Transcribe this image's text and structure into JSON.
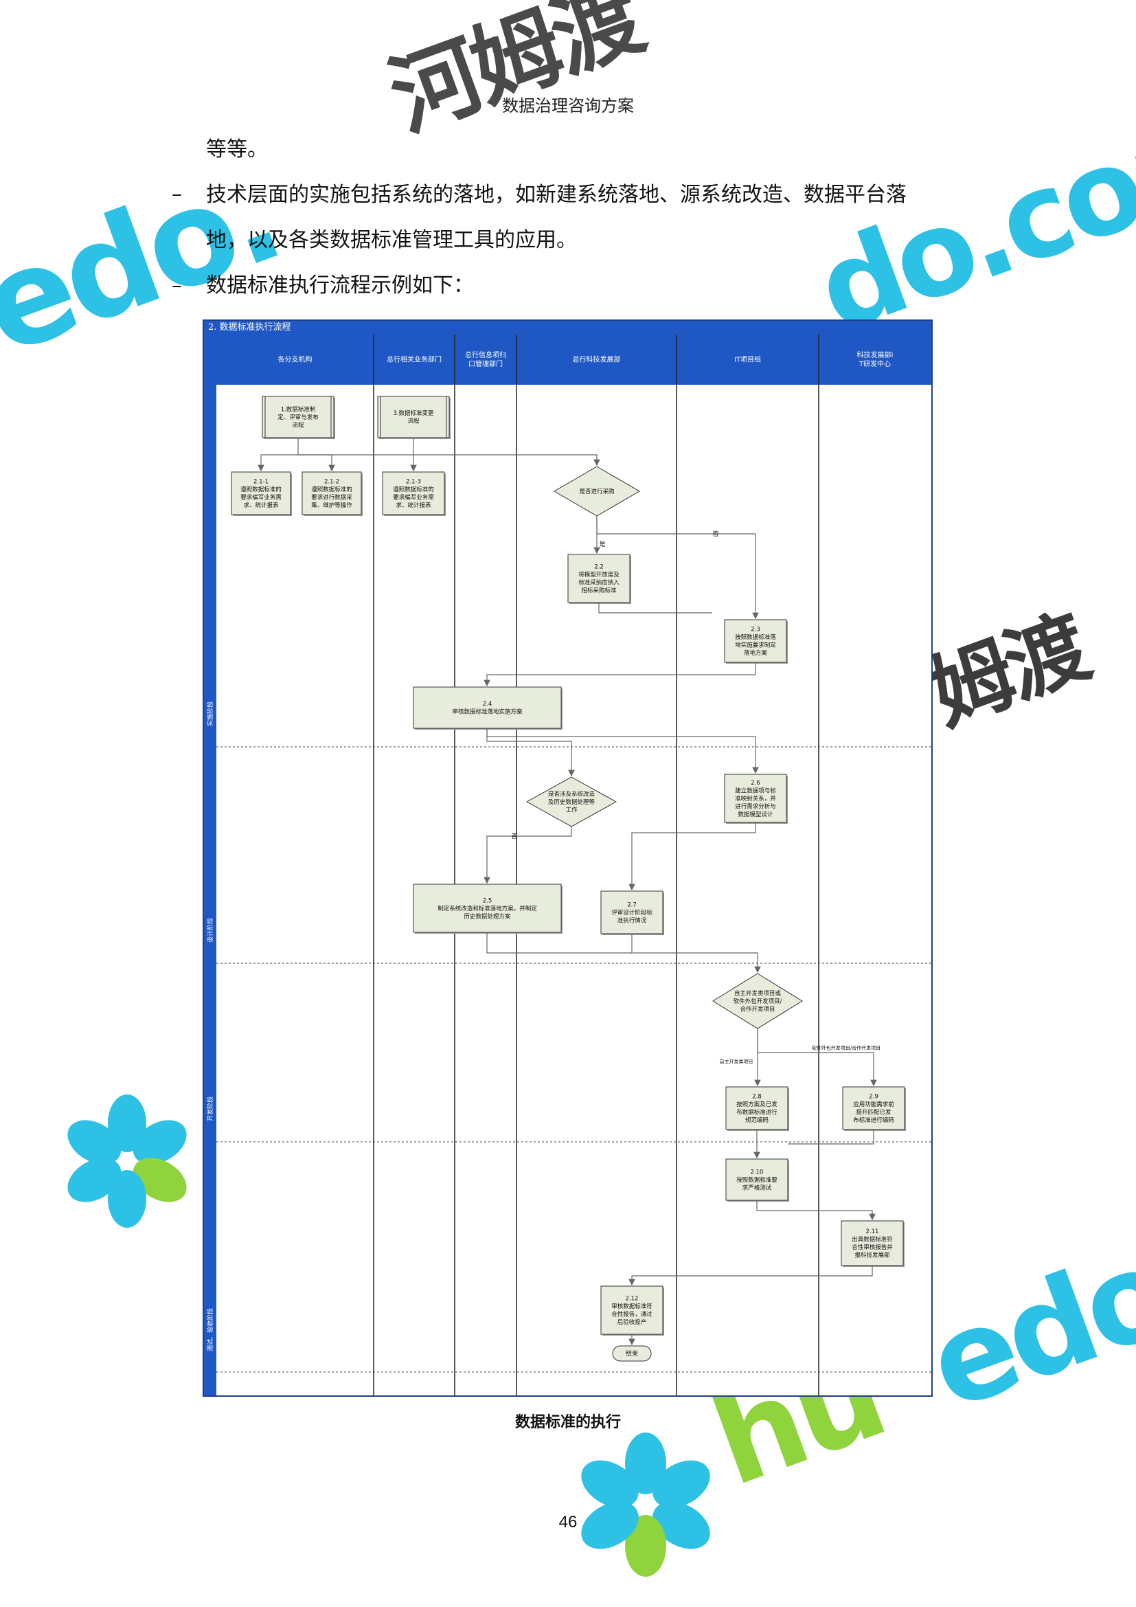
{
  "header": {
    "title": "数据治理咨询方案"
  },
  "body": {
    "continued_text": "等等。",
    "bullets": [
      {
        "marker": "–",
        "lines": [
          "技术层面的实施包括系统的落地，如新建系统落地、源系统改造、数据平台落",
          "地，以及各类数据标准管理工具的应用。"
        ]
      },
      {
        "marker": "–",
        "lines": [
          "数据标准执行流程示例如下："
        ]
      }
    ]
  },
  "figure": {
    "title": "2. 数据标准执行流程",
    "lanes": [
      "各分支机构",
      "总行相关业务部门",
      "总行信息项归口管理部门",
      "总行科技发展部",
      "IT项目组",
      "科技发展部IT研发中心"
    ],
    "phases": [
      "实施阶段",
      "设计阶段",
      "开发阶段",
      "测试、验收阶段"
    ],
    "nodes": {
      "n1": [
        "1.数据标准制",
        "定、评审与发布",
        "流程"
      ],
      "n3": [
        "3.数据标准变更",
        "流程"
      ],
      "n211": [
        "2.1-1",
        "遵照数据标准的",
        "要求编写业务需",
        "求、统计报表"
      ],
      "n212": [
        "2.1-2",
        "遵照数据标准的",
        "要求进行数据采",
        "集、维护等操作"
      ],
      "n213": [
        "2.1-3",
        "遵照数据标准的",
        "要求编写业务需",
        "求、统计报表"
      ],
      "d1": [
        "是否进行采购"
      ],
      "n22": [
        "2.2",
        "将模型开放度及",
        "标准采纳度纳入",
        "招标采购标准"
      ],
      "n23": [
        "2.3",
        "按照数据标准落",
        "地实施要求制定",
        "落地方案"
      ],
      "n24": [
        "2.4",
        "审核数据标准落地实施方案"
      ],
      "d2": [
        "是否涉及系统改造",
        "及历史数据处理等",
        "工作"
      ],
      "n26": [
        "2.6",
        "建立数据项与标",
        "准映射关系，并",
        "进行需求分析与",
        "数据模型设计"
      ],
      "n25": [
        "2.5",
        "制定系统改造和标准落地方案，并制定",
        "历史数据处理方案"
      ],
      "n27": [
        "2.7",
        "评审设计阶段标",
        "准执行情况"
      ],
      "d3": [
        "自主开发类项目或",
        "软件外包开发项目/",
        "合作开发项目"
      ],
      "n28": [
        "2.8",
        "按照方案及已发",
        "布数据标准进行",
        "规范编码"
      ],
      "n29": [
        "2.9",
        "应用功能需求前",
        "提升匹配已发",
        "布标准进行编码"
      ],
      "n210": [
        "2.10",
        "按照数据标准要",
        "求严格测试"
      ],
      "n211b": [
        "2.11",
        "出具数据标准符",
        "合性审核报告并",
        "报科技发展部"
      ],
      "n212b": [
        "2.12",
        "审核数据标准符",
        "合性报告，通过",
        "后验收投产"
      ],
      "end": [
        "结束"
      ]
    },
    "edge_labels": {
      "yes1": "是",
      "no1": "否",
      "no2": "否",
      "left3": "自主开发类项目",
      "right3": "软件外包开发项目/合作开发项目"
    }
  },
  "caption": "数据标准的执行",
  "page_number": "46",
  "watermarks": {
    "cn": "河姆渡",
    "en": "hemedo.com"
  },
  "colors": {
    "lane_header": "#1f58c5",
    "node_fill": "#e8ecdc",
    "watermark_blue": "#2ec1e6",
    "watermark_green": "#8fd43d"
  }
}
